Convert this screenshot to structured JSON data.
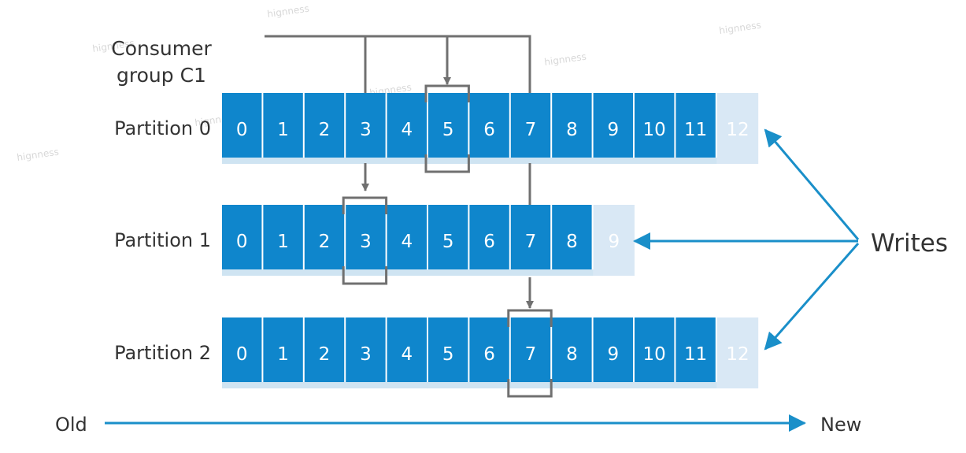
{
  "consumer_group": {
    "line1": "Consumer",
    "line2": "group C1"
  },
  "partitions": [
    {
      "label": "Partition 0",
      "cells": [
        "0",
        "1",
        "2",
        "3",
        "4",
        "5",
        "6",
        "7",
        "8",
        "9",
        "10",
        "11"
      ],
      "pending": "12",
      "consumer_offset": "5"
    },
    {
      "label": "Partition 1",
      "cells": [
        "0",
        "1",
        "2",
        "3",
        "4",
        "5",
        "6",
        "7",
        "8"
      ],
      "pending": "9",
      "consumer_offset": "3"
    },
    {
      "label": "Partition 2",
      "cells": [
        "0",
        "1",
        "2",
        "3",
        "4",
        "5",
        "6",
        "7",
        "8",
        "9",
        "10",
        "11"
      ],
      "pending": "12",
      "consumer_offset": "7"
    }
  ],
  "writes_label": "Writes",
  "timeline": {
    "old": "Old",
    "new": "New"
  },
  "watermark": "hignness",
  "colors": {
    "cell": "#0f86cc",
    "cell_bottom": "#cfe4f2",
    "pending": "#d9e8f5",
    "connector": "#707070",
    "arrow": "#1a8fc9",
    "label": "#333333"
  }
}
